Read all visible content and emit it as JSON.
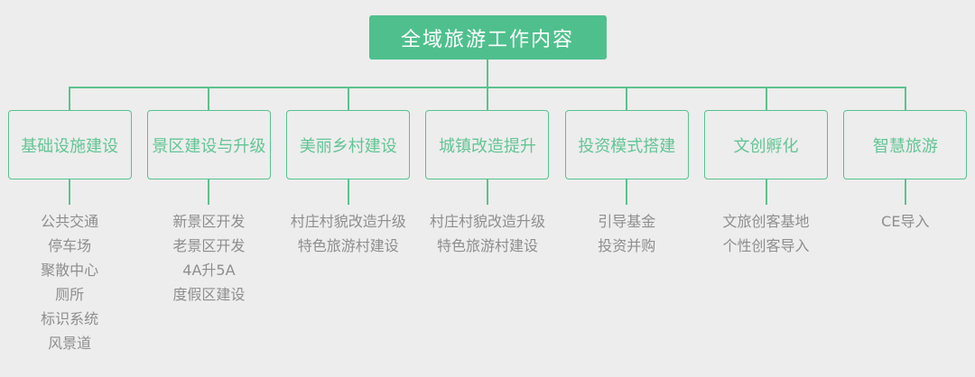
{
  "root": {
    "label": "全域旅游工作内容"
  },
  "branches": [
    {
      "label": "基础设施建设",
      "items": [
        "公共交通",
        "停车场",
        "聚散中心",
        "厕所",
        "标识系统",
        "风景道"
      ]
    },
    {
      "label": "景区建设与升级",
      "items": [
        "新景区开发",
        "老景区开发",
        "4A升5A",
        "度假区建设"
      ]
    },
    {
      "label": "美丽乡村建设",
      "items": [
        "村庄村貌改造升级",
        "特色旅游村建设"
      ]
    },
    {
      "label": "城镇改造提升",
      "items": [
        "村庄村貌改造升级",
        "特色旅游村建设"
      ]
    },
    {
      "label": "投资模式搭建",
      "items": [
        "引导基金",
        "投资并购"
      ]
    },
    {
      "label": "文创孵化",
      "items": [
        "文旅创客基地",
        "个性创客导入"
      ]
    },
    {
      "label": "智慧旅游",
      "items": [
        "CE导入"
      ]
    }
  ],
  "colors": {
    "background": "#EDEDED",
    "root_fill": "#4FC08D",
    "root_text": "#FFFFFF",
    "line": "#5BC28F",
    "branch_border": "#57C28F",
    "branch_text": "#63C594",
    "leaf_text": "#8E8E8E"
  }
}
